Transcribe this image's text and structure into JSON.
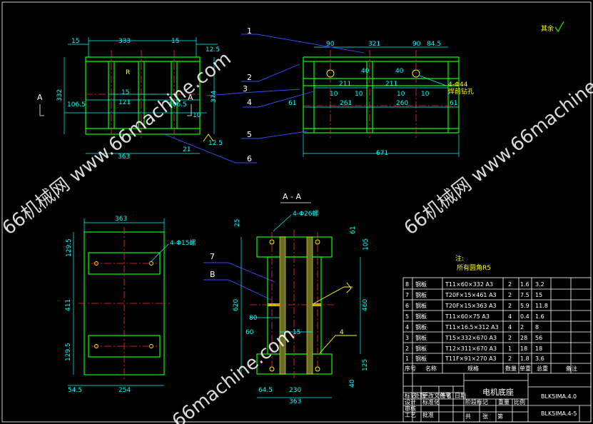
{
  "view_top": {
    "dims": [
      "333",
      "15",
      "15",
      "332",
      "374",
      "106.5",
      "121",
      "15",
      "106.5",
      "10",
      "363",
      "21",
      "12.5",
      "12.5",
      "R"
    ],
    "section_mark": "A"
  },
  "view_side": {
    "dims": [
      "90",
      "321",
      "90",
      "84.5",
      "40",
      "40",
      "211",
      "211",
      "10",
      "10",
      "10",
      "10",
      "61",
      "261",
      "260",
      "61",
      "671"
    ],
    "note": "4-Φ44",
    "note2": "焊前钻孔"
  },
  "callouts": [
    "1",
    "2",
    "3",
    "4",
    "5",
    "6",
    "7",
    "B"
  ],
  "section_title": "A - A",
  "view_plan": {
    "dims": [
      "363",
      "129.5",
      "411",
      "129.5",
      "54.5",
      "254"
    ],
    "hole_note": "4-Φ15螺"
  },
  "view_section": {
    "dims": [
      "25",
      "61",
      "105",
      "620",
      "460",
      "80",
      "60",
      "15",
      "125",
      "40",
      "64.5",
      "230",
      "363",
      "4"
    ],
    "hole_note": "4-Φ26螺"
  },
  "roughness_mark": "其余",
  "note": {
    "title": "注:",
    "line1": "所有圆角R5"
  },
  "bom_rows": [
    {
      "no": "8",
      "name": "钢板",
      "spec": "T11×60×332 A3",
      "qty": "2",
      "unit": "1.6",
      "total": "3.2"
    },
    {
      "no": "7",
      "name": "钢板",
      "spec": "T20F×15×461 A3",
      "qty": "2",
      "unit": "7.5",
      "total": "15"
    },
    {
      "no": "6",
      "name": "钢板",
      "spec": "T20F×15×363 A3",
      "qty": "2",
      "unit": "5.9",
      "total": "11.8"
    },
    {
      "no": "5",
      "name": "钢板",
      "spec": "T11×60×75 A3",
      "qty": "4",
      "unit": "0.4",
      "total": "1.6"
    },
    {
      "no": "4",
      "name": "钢板",
      "spec": "T11×16.5×312 A3",
      "qty": "4",
      "unit": "2",
      "total": "8"
    },
    {
      "no": "3",
      "name": "钢板",
      "spec": "T15×332×670 A3",
      "qty": "2",
      "unit": "28",
      "total": "56"
    },
    {
      "no": "2",
      "name": "钢板",
      "spec": "T12×311×670 A3",
      "qty": "1",
      "unit": "18",
      "total": "18"
    },
    {
      "no": "1",
      "name": "钢板",
      "spec": "T11F×91×270 A3",
      "qty": "2",
      "unit": "1.8",
      "total": "3.6"
    }
  ],
  "bom_header": {
    "no": "序号",
    "name": "名称",
    "spec": "规格",
    "qty": "数量",
    "unit": "单重",
    "total": "总重",
    "remark": "备注"
  },
  "title_block": {
    "part_name": "电机底座",
    "code1": "BLK5IMA.4.0",
    "code2": "BLK5IMA.4-5",
    "small": [
      "标记",
      "处数",
      "更改文件号",
      "签名",
      "日期",
      "设计",
      "标准化",
      "审核",
      "工艺",
      "批准",
      "阶段标记",
      "重量",
      "比例",
      "共",
      "张",
      "第"
    ]
  },
  "watermarks": [
    "66机械网 www.66machine.com",
    "66机械网 www.66machine.com",
    "66machine.com"
  ]
}
